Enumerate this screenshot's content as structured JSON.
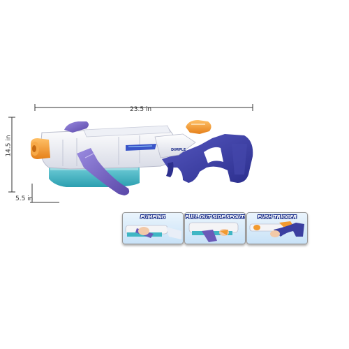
{
  "dimensions": {
    "width": "23.5 in",
    "height": "14.5 in",
    "depth": "5.5 in"
  },
  "product": {
    "brand_mark": "DIMPLE"
  },
  "steps": [
    {
      "title": "PUMPING"
    },
    {
      "title": "PULL OUT SIDE SPOUTS"
    },
    {
      "title": "PUSH TRIGGER"
    }
  ],
  "colors": {
    "body": "#f4f4f6",
    "accent_blue": "#3b3fa0",
    "accent_purple": "#6a5ab8",
    "accent_orange": "#f29a2e",
    "tank_teal": "#3fb6c4",
    "background": "#ffffff"
  }
}
